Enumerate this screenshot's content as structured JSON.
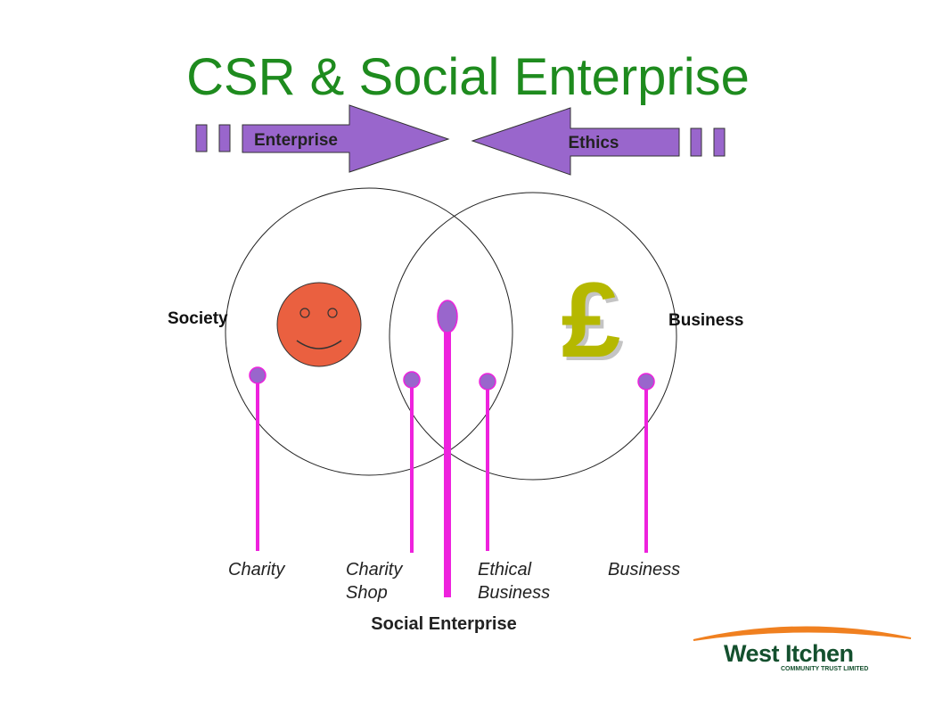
{
  "slide": {
    "title": "CSR & Social Enterprise",
    "colors": {
      "title": "#1e8b1e",
      "arrow_fill": "#9966cc",
      "pin": "#ee22dd",
      "pin_head": "#9966cc",
      "smiley": "#ea6040",
      "pound": "#b5b800",
      "logo_green": "#14502e",
      "logo_swoosh": "#f08020"
    }
  },
  "arrows": {
    "enterprise": "Enterprise",
    "ethics": "Ethics"
  },
  "circles": {
    "society": "Society",
    "business": "Business"
  },
  "symbols": {
    "smiley_icon": "smiley-face-icon",
    "pound": "£"
  },
  "pins": {
    "charity": "Charity",
    "charity_shop_line1": "Charity",
    "charity_shop_line2": "Shop",
    "social_enterprise": "Social Enterprise",
    "ethical_business_line1": "Ethical",
    "ethical_business_line2": "Business",
    "business": "Business"
  },
  "logo": {
    "name": "West Itchen",
    "tagline": "COMMUNITY TRUST LIMITED"
  }
}
